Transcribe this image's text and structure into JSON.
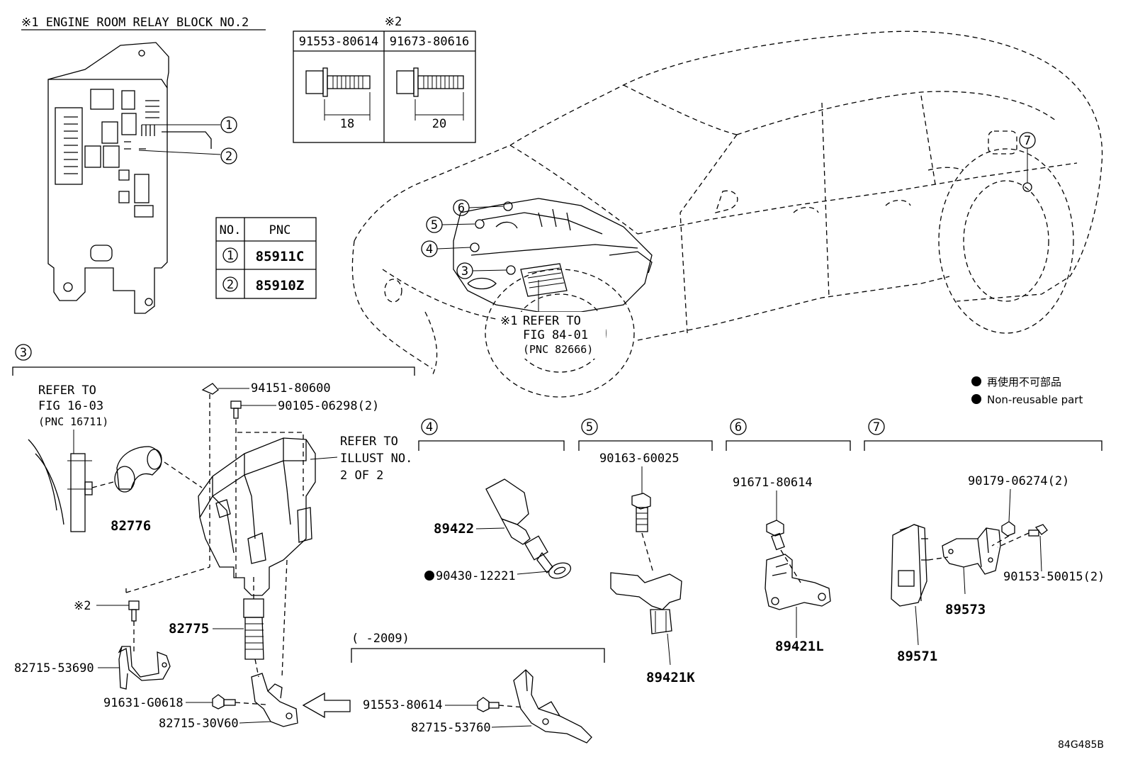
{
  "relay_block": {
    "title": "※1 ENGINE ROOM RELAY BLOCK  NO.2",
    "callouts": [
      "1",
      "2"
    ]
  },
  "bolt_table": {
    "mark": "※2",
    "columns": [
      {
        "part": "91553-80614",
        "length": "18"
      },
      {
        "part": "91673-80616",
        "length": "20"
      }
    ]
  },
  "pnc_table": {
    "headers": [
      "NO.",
      "PNC"
    ],
    "rows": [
      {
        "no": "1",
        "pnc": "85911C"
      },
      {
        "no": "2",
        "pnc": "85910Z"
      }
    ]
  },
  "car": {
    "callouts": [
      "3",
      "4",
      "5",
      "6",
      "7"
    ],
    "refer_mark": "※1",
    "refer_lines": [
      "REFER TO",
      "FIG 84-01",
      "(PNC 82666)"
    ]
  },
  "legend": {
    "items": [
      "再使用不可部品",
      "Non-reusable part"
    ]
  },
  "section3": {
    "callout": "3",
    "refer_left": [
      "REFER TO",
      "FIG 16-03",
      "(PNC 16711)"
    ],
    "refer_right": [
      "REFER TO",
      "ILLUST NO.",
      "2 OF 2"
    ],
    "parts": {
      "p94151": "94151-80600",
      "p90105": "90105-06298(2)",
      "p82776": "82776",
      "p82775": "82775",
      "mark2": "※2",
      "p82715_53690": "82715-53690",
      "p91631": "91631-G0618",
      "p82715_30v60": "82715-30V60",
      "range": "(       -2009)",
      "p91553": "91553-80614",
      "p82715_53760": "82715-53760"
    }
  },
  "section4": {
    "callout": "4",
    "p89422": "89422",
    "p90430": "90430-12221"
  },
  "section5": {
    "callout": "5",
    "p90163": "90163-60025",
    "p89421k": "89421K"
  },
  "section6": {
    "callout": "6",
    "p91671": "91671-80614",
    "p89421l": "89421L"
  },
  "section7": {
    "callout": "7",
    "p90179": "90179-06274(2)",
    "p90153": "90153-50015(2)",
    "p89573": "89573",
    "p89571": "89571"
  },
  "figure_code": "84G485B"
}
